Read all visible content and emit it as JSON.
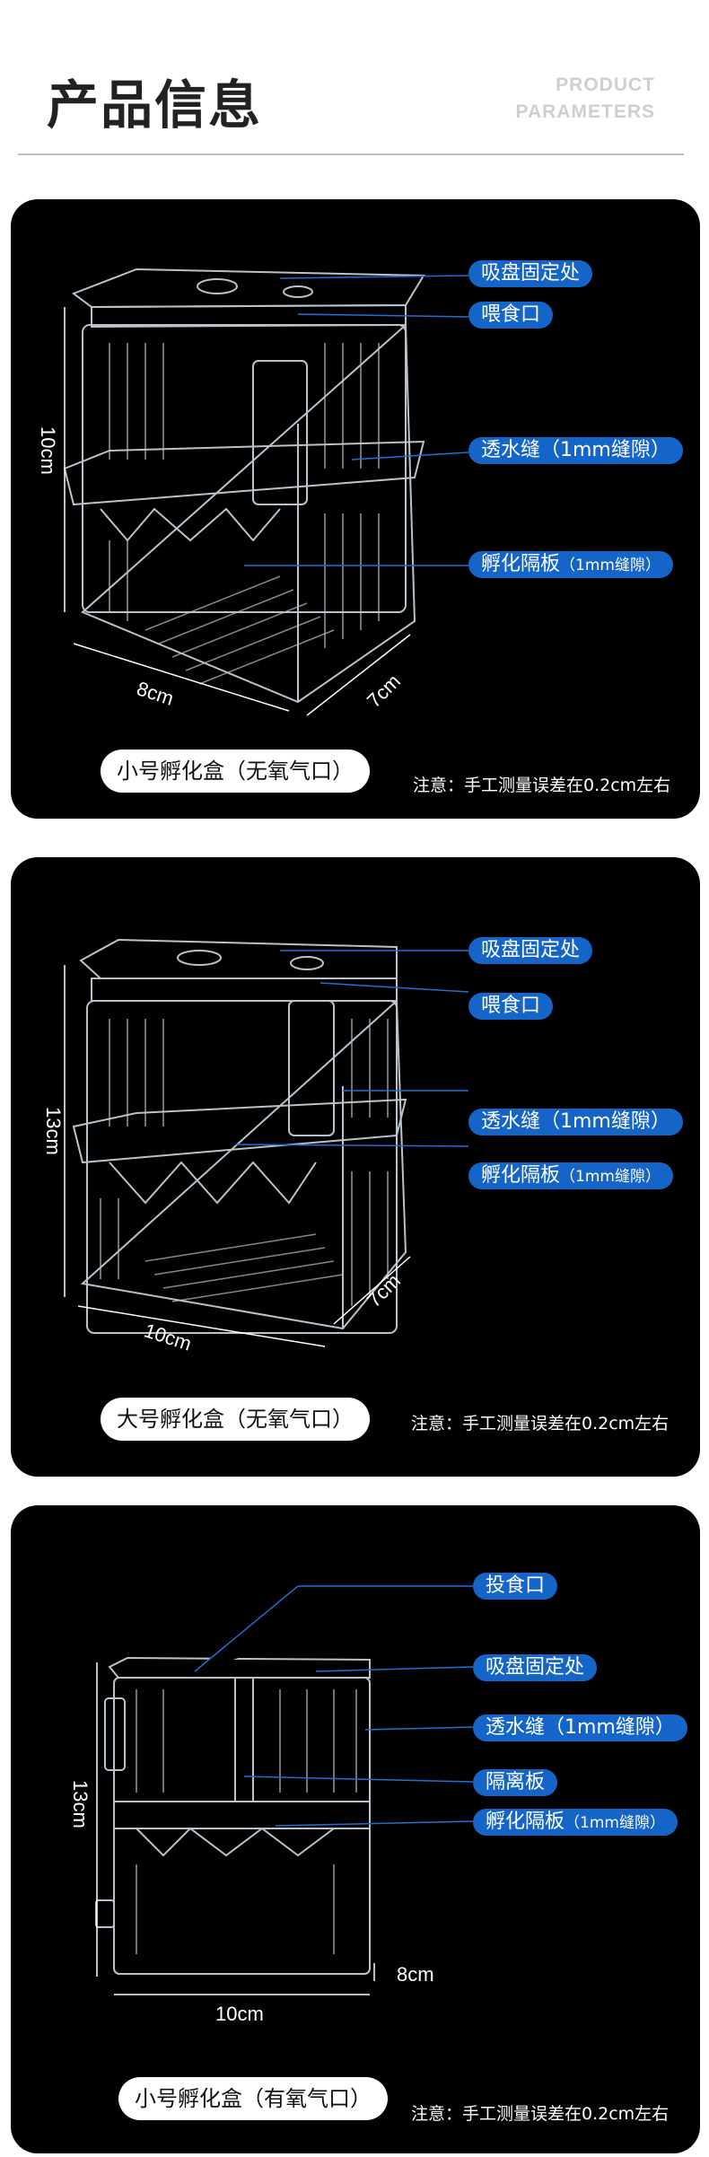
{
  "header": {
    "title": "产品信息",
    "subtitle_en_line1": "PRODUCT",
    "subtitle_en_line2": "PARAMETERS"
  },
  "note": "注意：手工测量误差在0.2cm左右",
  "panels": [
    {
      "name": "小号孵化盒（无氧气口）",
      "labels": {
        "suction": "吸盘固定处",
        "feed": "喂食口",
        "slot": "透水缝（1mm缝隙）",
        "divider_main": "孵化隔板",
        "divider_sub": "（1mm缝隙）"
      },
      "dims": {
        "height": "10cm",
        "width": "8cm",
        "depth": "7cm"
      }
    },
    {
      "name": "大号孵化盒（无氧气口）",
      "labels": {
        "suction": "吸盘固定处",
        "feed": "喂食口",
        "slot": "透水缝（1mm缝隙）",
        "divider_main": "孵化隔板",
        "divider_sub": "（1mm缝隙）"
      },
      "dims": {
        "height": "13cm",
        "width": "10cm",
        "depth": "7cm"
      }
    },
    {
      "name": "小号孵化盒（有氧气口）",
      "labels": {
        "feed_in": "投食口",
        "suction": "吸盘固定处",
        "slot": "透水缝（1mm缝隙）",
        "separator": "隔离板",
        "divider_main": "孵化隔板",
        "divider_sub": "（1mm缝隙）"
      },
      "dims": {
        "height": "13cm",
        "width": "10cm",
        "depth": "8cm"
      }
    }
  ],
  "colors": {
    "panel_bg": "#000000",
    "label_bg": "#1565c8",
    "leader_line": "#1e6fd6",
    "header_rule": "#bdbdbd"
  }
}
